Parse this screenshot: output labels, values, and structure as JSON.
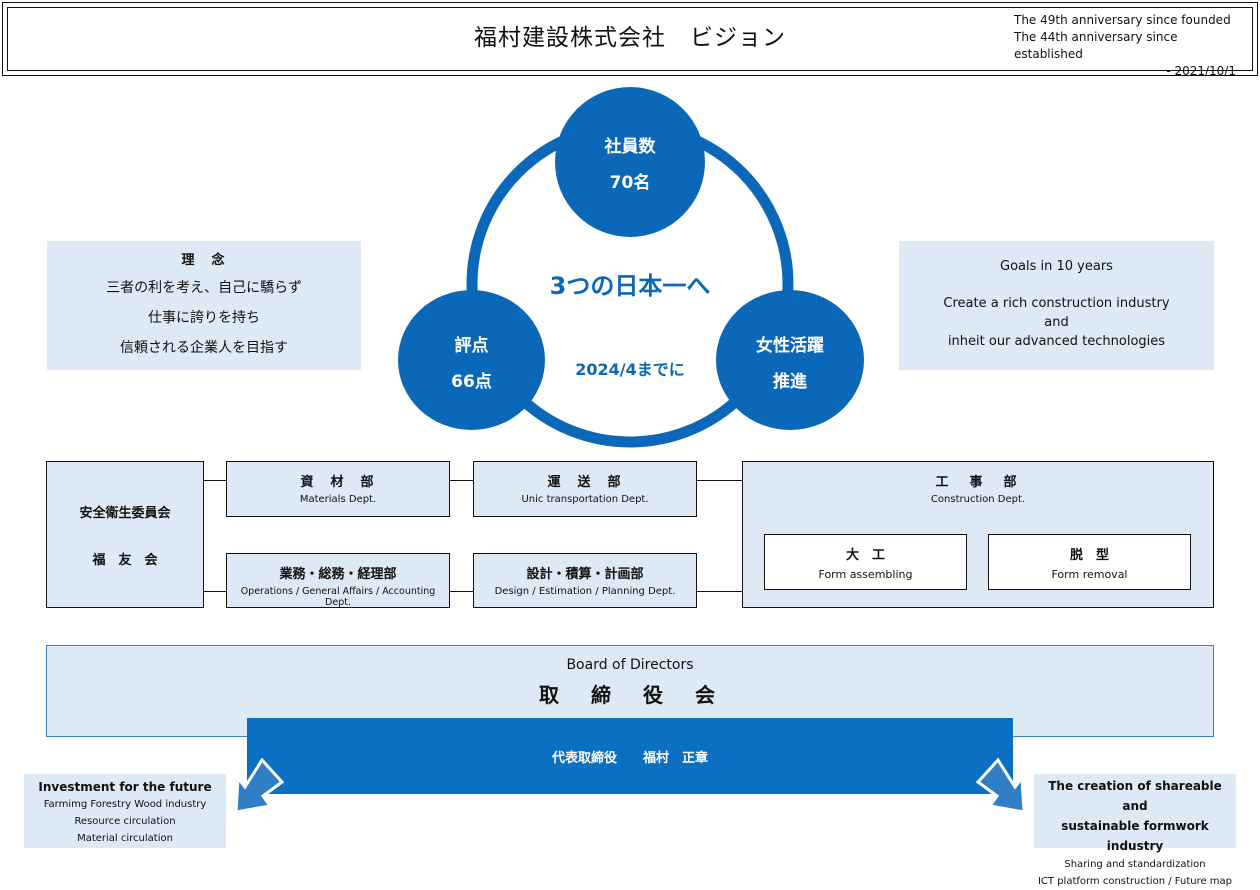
{
  "header": {
    "title": "福村建設株式会社　ビジョン",
    "anniversary_founded": "The 49th anniversary since founded",
    "anniversary_established": "The 44th anniversary since established",
    "date": "- 2021/10/1"
  },
  "philosophy": {
    "heading": "理　念",
    "lines": [
      "三者の利を考え、自己に驕らず",
      "仕事に誇りを持ち",
      "信頼される企業人を目指す"
    ]
  },
  "goals": {
    "heading": "Goals in 10 years",
    "line1": "Create a rich construction industry",
    "line2": "and",
    "line3": "inheit our advanced technologies"
  },
  "vision": {
    "center_title": "3つの日本一へ",
    "center_deadline": "2024/4までに",
    "employees": {
      "label": "社員数",
      "value": "70名"
    },
    "score": {
      "label": "評点",
      "value": "66点"
    },
    "women": {
      "label": "女性活躍",
      "value": "推進"
    }
  },
  "colors": {
    "primary": "#0b68b8",
    "panel": "#dde9f5"
  },
  "org": {
    "committee": {
      "line1": "安全衛生委員会",
      "line2": "福　友　会"
    },
    "materials": {
      "jp": "資　材　部",
      "en": "Materials Dept."
    },
    "transport": {
      "jp": "運　送　部",
      "en": "Unic transportation Dept."
    },
    "operations": {
      "jp": "業務・総務・経理部",
      "en": "Operations / General Affairs / Accounting Dept."
    },
    "design": {
      "jp": "設計・積算・計画部",
      "en": "Design / Estimation / Planning Dept."
    },
    "construction": {
      "jp": "工　事　部",
      "en": "Construction Dept."
    },
    "carpentry": {
      "jp": "大　工",
      "en": "Form assembling"
    },
    "removal": {
      "jp": "脱　型",
      "en": "Form removal"
    }
  },
  "board": {
    "en": "Board of Directors",
    "jp": "取　締　役　会"
  },
  "ceo": {
    "text": "代表取締役　　福村　正章"
  },
  "future_left": {
    "heading": "Investment for the future",
    "lines": [
      "Farmimg Forestry Wood industry",
      "Resource circulation",
      "Material circulation"
    ]
  },
  "future_right": {
    "heading1": "The creation of shareable and",
    "heading2": "sustainable formwork industry",
    "lines": [
      "Sharing and standardization",
      "ICT platform construction / Future map"
    ]
  }
}
